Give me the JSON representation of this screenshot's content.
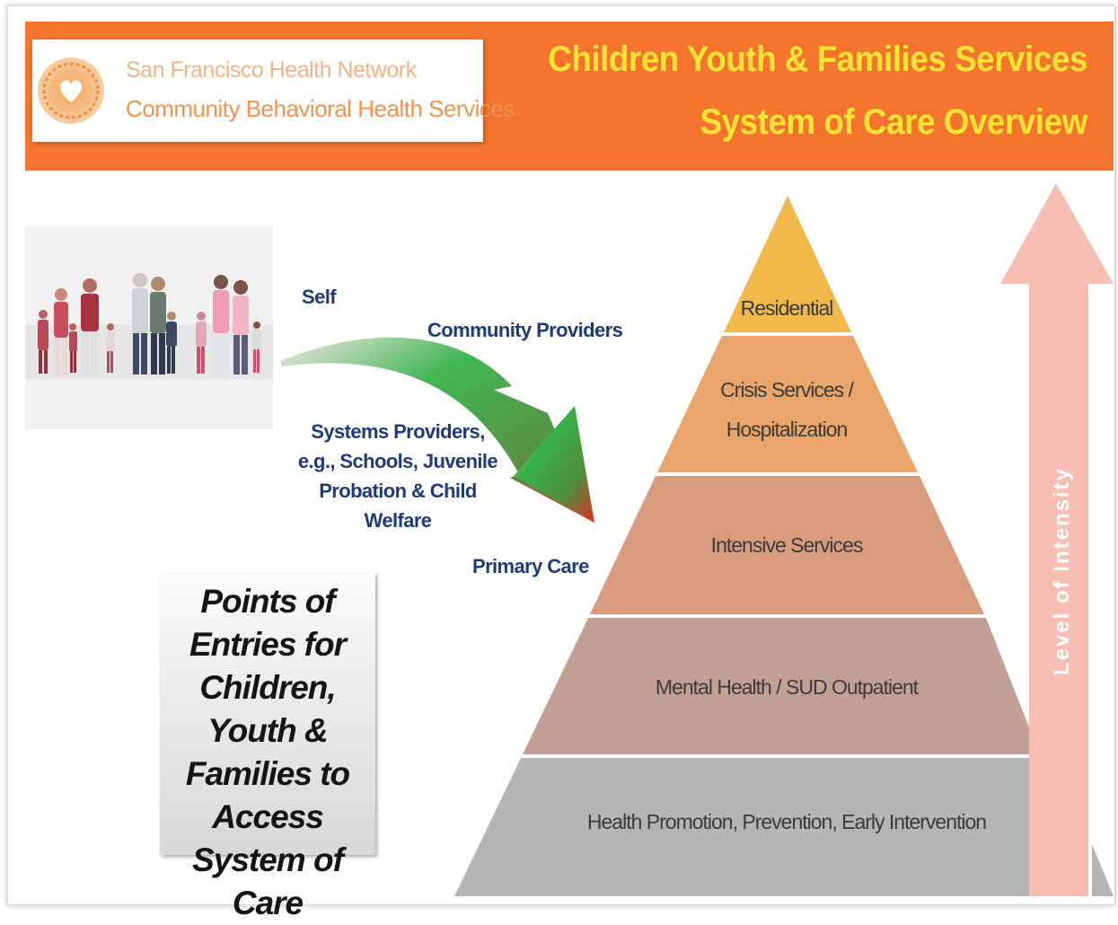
{
  "header": {
    "logo_line1": "San Francisco Health Network",
    "logo_line2": "Community Behavioral Health Services",
    "title_line1": "Children Youth & Families Services",
    "title_line2": "System of Care Overview"
  },
  "entry_points": {
    "self": "Self",
    "community": "Community Providers",
    "systems": "Systems Providers, e.g., Schools, Juvenile Probation & Child Welfare",
    "primary": "Primary Care"
  },
  "points_box": {
    "text": "Points of Entries for Children, Youth & Families to Access System of Care"
  },
  "pyramid": {
    "tiers": [
      {
        "label": "Residential",
        "color": "#f1b84b"
      },
      {
        "label": "Crisis Services / Hospitalization",
        "color": "#eaa56a"
      },
      {
        "label": "Intensive Services",
        "color": "#d89b7d"
      },
      {
        "label": "Mental Health / SUD Outpatient",
        "color": "#c3a096"
      },
      {
        "label": "Health Promotion, Prevention, Early Intervention",
        "color": "#b5b5b5"
      }
    ]
  },
  "intensity": {
    "label": "Level of Intensity",
    "color": "#f7bfb4"
  },
  "colors": {
    "banner": "#f4742e",
    "title": "#ffe434",
    "entry_text": "#1f3a7a"
  }
}
